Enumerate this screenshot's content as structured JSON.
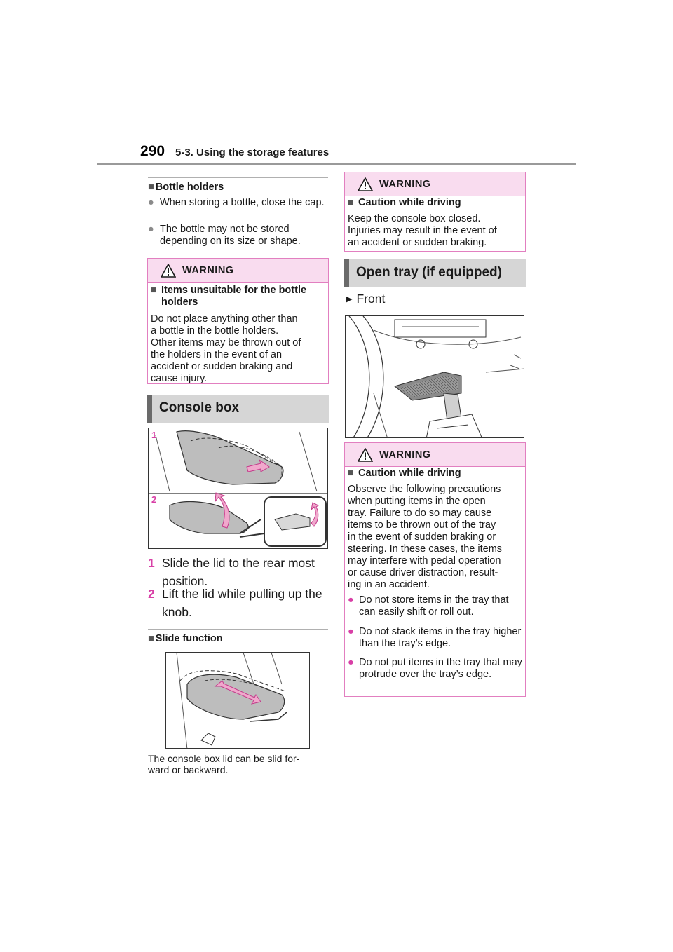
{
  "header": {
    "page_number": "290",
    "section": "5-3. Using the storage features"
  },
  "left": {
    "bottle": {
      "heading": "Bottle holders",
      "bullets": [
        "When storing a bottle, close the cap.",
        "The bottle may not be stored depending on its size or shape."
      ]
    },
    "warning1": {
      "label": "WARNING",
      "subheading_line1": "Items unsuitable for the bottle",
      "subheading_line2": "holders",
      "text": "Do not place anything other than\na bottle in the bottle holders.\nOther items may be thrown out of\nthe holders in the event of an\naccident or sudden braking and\ncause injury."
    },
    "console": {
      "heading": "Console box",
      "figure_label_1": "1",
      "figure_label_2": "2",
      "step1_num": "1",
      "step1_line1": "Slide the lid to the rear most",
      "step1_line2": "position.",
      "step2_num": "2",
      "step2_line1": "Lift the lid while pulling up the",
      "step2_line2": "knob."
    },
    "slide": {
      "heading": "Slide function",
      "caption": "The console box lid can be slid for-\nward or backward."
    }
  },
  "right": {
    "warning2": {
      "label": "WARNING",
      "subheading": "Caution while driving",
      "text": "Keep the console box closed.\nInjuries may result in the event of\nan accident or sudden braking."
    },
    "tray": {
      "heading": "Open tray (if equipped)",
      "item": "Front"
    },
    "warning3": {
      "label": "WARNING",
      "subheading": "Caution while driving",
      "text": "Observe the following precautions\nwhen putting items in the open\ntray. Failure to do so may cause\nitems to be thrown out of the tray\nin the event of sudden braking or\nsteering. In these cases, the items\nmay interfere with pedal operation\nor cause driver distraction, result-\ning in an accident.",
      "bullets": [
        "Do not store items in the tray that can easily shift or roll out.",
        "Do not stack items in the tray higher than the tray’s edge.",
        "Do not put items in the tray that may protrude over the tray’s edge."
      ]
    }
  },
  "colors": {
    "accent": "#d83fa6",
    "warning_fill": "#f9dcef",
    "warning_border": "#e27fc0",
    "heading_fill": "#d6d6d6"
  }
}
